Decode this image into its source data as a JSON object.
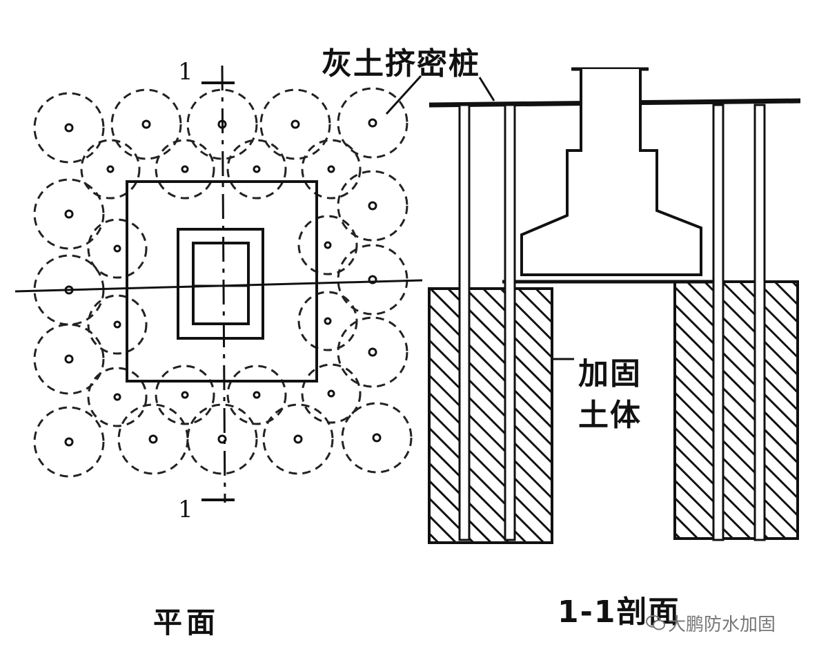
{
  "labels": {
    "pile": "灰土挤密桩",
    "reinforced_soil_line1": "加固",
    "reinforced_soil_line2": "土体",
    "plan_view": "平面",
    "section_view": "1-1剖面",
    "section_mark_top": "1",
    "section_mark_bottom": "1"
  },
  "watermark": {
    "icon": "wechat-icon",
    "text": "大鹏防水加固"
  },
  "colors": {
    "ink": "#111111",
    "background": "#ffffff",
    "watermark": "#777777"
  }
}
